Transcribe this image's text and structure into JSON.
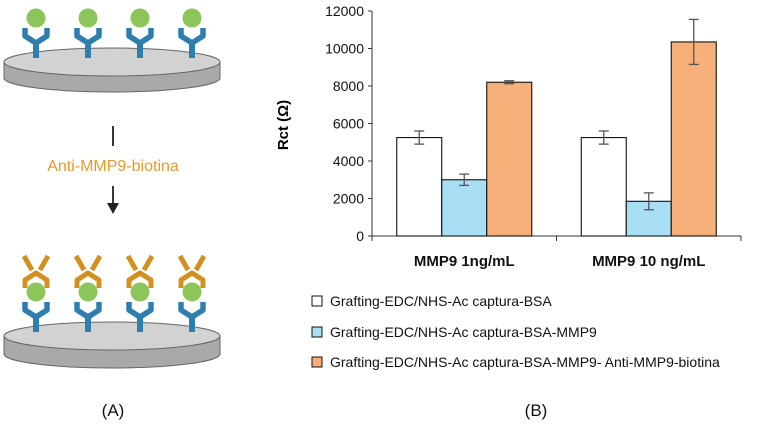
{
  "panel_a": {
    "step_label": "Anti-MMP9-biotina",
    "panel_label": "(A)",
    "colors": {
      "antigen": "#8cc55a",
      "capture_antibody": "#2e7fb0",
      "detection_antibody": "#d4901f",
      "label_text": "#e79a2a",
      "electrode_top": "#d2d2d2",
      "electrode_side": "#a9a9a9",
      "arrow": "#222222"
    }
  },
  "panel_b": {
    "panel_label": "(B)"
  },
  "chart_data": {
    "type": "bar",
    "title": "",
    "xlabel": "",
    "ylabel": "Rct (Ω)",
    "ylim": [
      0,
      12000
    ],
    "yticks": [
      0,
      2000,
      4000,
      6000,
      8000,
      10000,
      12000
    ],
    "categories": [
      "MMP9 1ng/mL",
      "MMP9 10 ng/mL"
    ],
    "grid": false,
    "legend_position": "bottom",
    "series": [
      {
        "name": "Grafting-EDC/NHS-Ac captura-BSA",
        "color": "#ffffff",
        "values": [
          5250,
          5250
        ],
        "errors": [
          350,
          350
        ]
      },
      {
        "name": "Grafting-EDC/NHS-Ac captura-BSA-MMP9",
        "color": "#a9dff5",
        "values": [
          3000,
          1850
        ],
        "errors": [
          300,
          450
        ]
      },
      {
        "name": "Grafting-EDC/NHS-Ac captura-BSA-MMP9- Anti-MMP9-biotina",
        "color": "#f8b07a",
        "values": [
          8200,
          10350
        ],
        "errors": [
          80,
          1200
        ]
      }
    ]
  }
}
